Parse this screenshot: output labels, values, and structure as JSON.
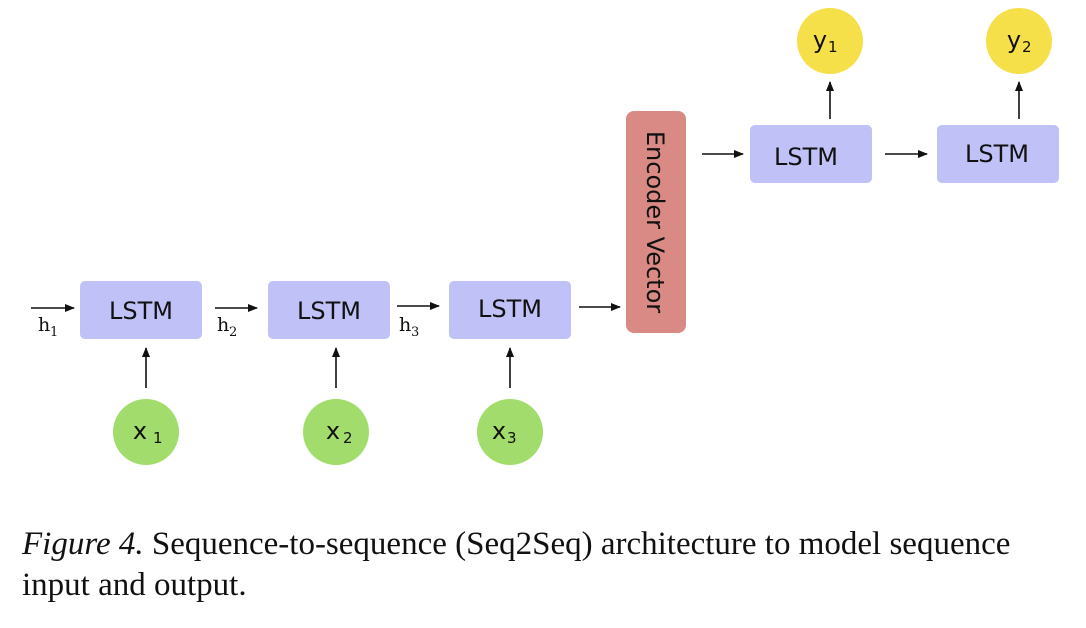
{
  "diagram": {
    "colors": {
      "lstm_box": "#bfc1f7",
      "input_node": "#a2dc6c",
      "output_node": "#f5e04a",
      "encoder_vector": "#d98a84",
      "arrow": "#111111"
    },
    "lstm_label": "LSTM",
    "encoder_label": "Encoder Vector",
    "hidden": [
      {
        "base": "h",
        "sub": "1"
      },
      {
        "base": "h",
        "sub": "2"
      },
      {
        "base": "h",
        "sub": "3"
      }
    ],
    "inputs": [
      {
        "base": "x",
        "sub": "1"
      },
      {
        "base": "x",
        "sub": "2"
      },
      {
        "base": "x",
        "sub": "3"
      }
    ],
    "outputs": [
      {
        "base": "y",
        "sub": "1"
      },
      {
        "base": "y",
        "sub": "2"
      }
    ]
  },
  "caption": {
    "figure_label": "Figure 4.",
    "text": " Sequence-to-sequence (Seq2Seq) architecture to model sequence input and output."
  }
}
